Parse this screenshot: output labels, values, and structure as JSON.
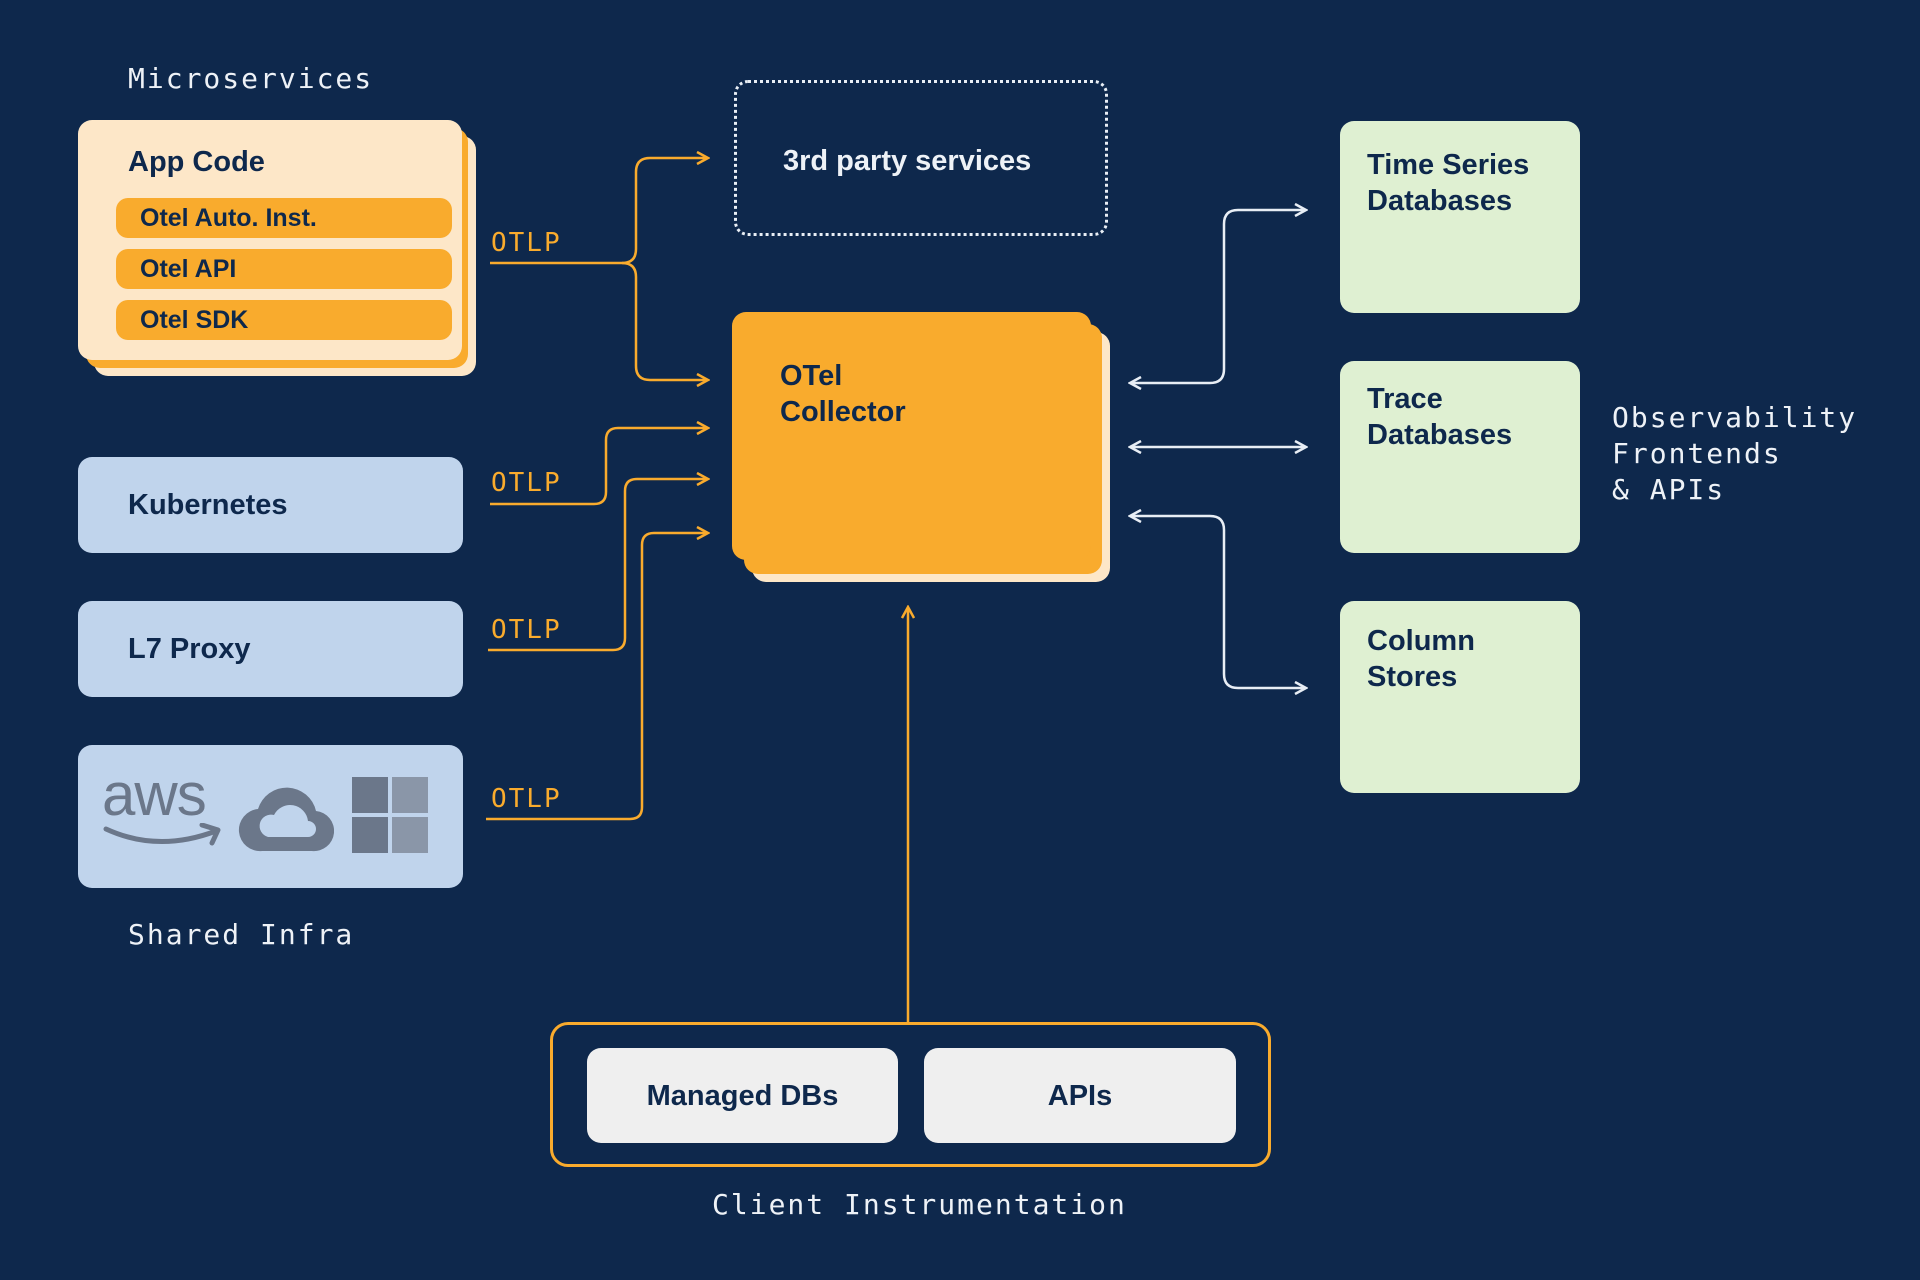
{
  "labels": {
    "microservices": "Microservices",
    "shared_infra": "Shared Infra",
    "client_instrumentation": "Client Instrumentation",
    "observability": [
      "Observability",
      "Frontends",
      "& APIs"
    ]
  },
  "app_code": {
    "title": "App Code",
    "items": [
      "Otel Auto. Inst.",
      "Otel API",
      "Otel SDK"
    ]
  },
  "sources": {
    "kubernetes": "Kubernetes",
    "l7_proxy": "L7 Proxy"
  },
  "cloud_icons": [
    "aws-logo-icon",
    "google-cloud-icon",
    "windows-grid-icon"
  ],
  "aws_text": "aws",
  "otlp_labels": [
    "OTLP",
    "OTLP",
    "OTLP",
    "OTLP"
  ],
  "third_party": "3rd party services",
  "collector": {
    "line1": "OTel",
    "line2": "Collector"
  },
  "backends": [
    {
      "line1": "Time Series",
      "line2": "Databases"
    },
    {
      "line1": "Trace",
      "line2": "Databases"
    },
    {
      "line1": "Column",
      "line2": "Stores"
    }
  ],
  "client": {
    "managed_dbs": "Managed DBs",
    "apis": "APIs"
  },
  "colors": {
    "background": "#0e284c",
    "accent_orange": "#f9ab2d",
    "app_code_bg": "#fde7c8",
    "source_blue": "#c0d4ec",
    "backend_green": "#dff0d2",
    "client_grey": "#efefef",
    "wire_light": "#e8eef5"
  }
}
